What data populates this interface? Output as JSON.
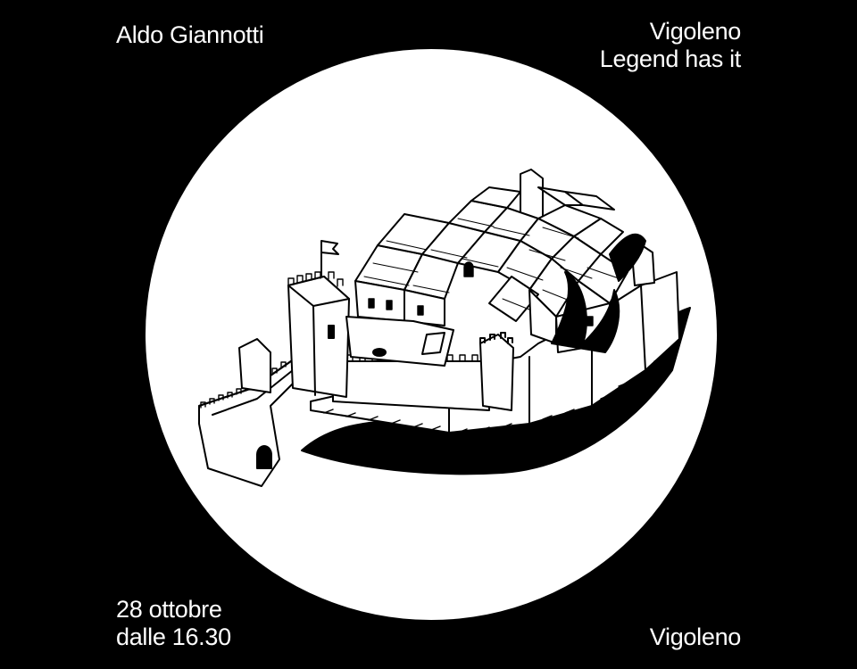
{
  "artist": "Aldo Giannotti",
  "title": {
    "line1": "Vigoleno",
    "line2": "Legend has it"
  },
  "event": {
    "date": "28 ottobre",
    "time": "dalle 16.30"
  },
  "location": "Vigoleno",
  "colors": {
    "background": "#000000",
    "disc": "#ffffff",
    "ink": "#000000",
    "text": "#ffffff"
  },
  "illustration": {
    "subject": "castle-village-drawing"
  }
}
